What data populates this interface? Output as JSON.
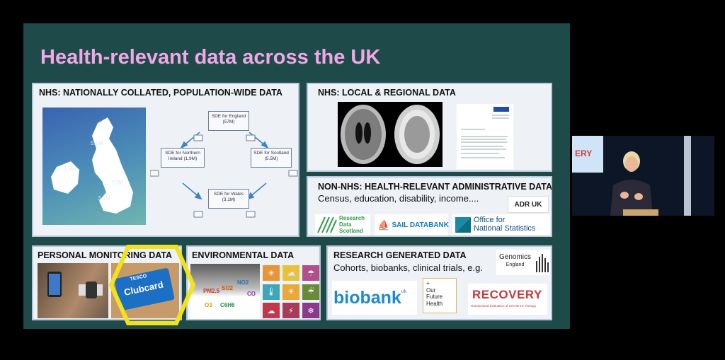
{
  "slide": {
    "title": "Health-relevant data across the UK",
    "panels": {
      "nhs_national": {
        "title": "NHS: NATIONALLY COLLATED, POPULATION-WIDE DATA",
        "map_labels": [
          "5.5M",
          "1.9M",
          "57M",
          "3.1M"
        ],
        "nodes": {
          "england": "SDE for England (57M)",
          "northern_ireland": "SDE for Northern Ireland (1.9M)",
          "scotland": "SDE for Scotland (5.5M)",
          "wales": "SDE for Wales (3.1M)"
        }
      },
      "nhs_local": {
        "title": "NHS: LOCAL & REGIONAL DATA"
      },
      "non_nhs": {
        "title": "NON-NHS: HEALTH-RELEVANT ADMINISTRATIVE DATA",
        "subtitle": "Census, education, disability, income....",
        "logos": {
          "adr": "ADR UK",
          "rds": [
            "Research",
            "Data",
            "Scotland"
          ],
          "sail": "SAIL DATABANK",
          "ons": [
            "Office for",
            "National Statistics"
          ]
        }
      },
      "personal": {
        "title": "PERSONAL MONITORING DATA",
        "card_brand": "TESCO",
        "card_name": "Clubcard"
      },
      "environmental": {
        "title": "ENVIRONMENTAL DATA",
        "pollutants": [
          "PM2.5",
          "SO2",
          "NO2",
          "CO",
          "O3",
          "C6H6"
        ],
        "weather_icons": [
          "sun-icon",
          "cloud-sun-icon",
          "cloud-rain-icon",
          "thermometer-icon",
          "sun-cloud-icon",
          "rain-icon",
          "snow-cloud-icon",
          "storm-icon",
          "snowflake-icon"
        ]
      },
      "research": {
        "title": "RESEARCH GENERATED DATA",
        "subtitle": "Cohorts, biobanks, clinical trials, e.g.",
        "logos": {
          "genomics": [
            "Genomics",
            "England"
          ],
          "biobank": "biobank",
          "biobank_suffix": "uk",
          "ofh": [
            "+",
            "Our",
            "Future",
            "Health"
          ],
          "recovery": "RECOVERY",
          "recovery_sub": "Randomised Evaluation of COVID-19 Therapy"
        }
      }
    }
  },
  "speaker": {
    "backdrop_text": "ERY"
  },
  "colors": {
    "title": "#f0a8e6",
    "slide_bg": "#1f4a4a",
    "highlight": "#f2e21b"
  }
}
